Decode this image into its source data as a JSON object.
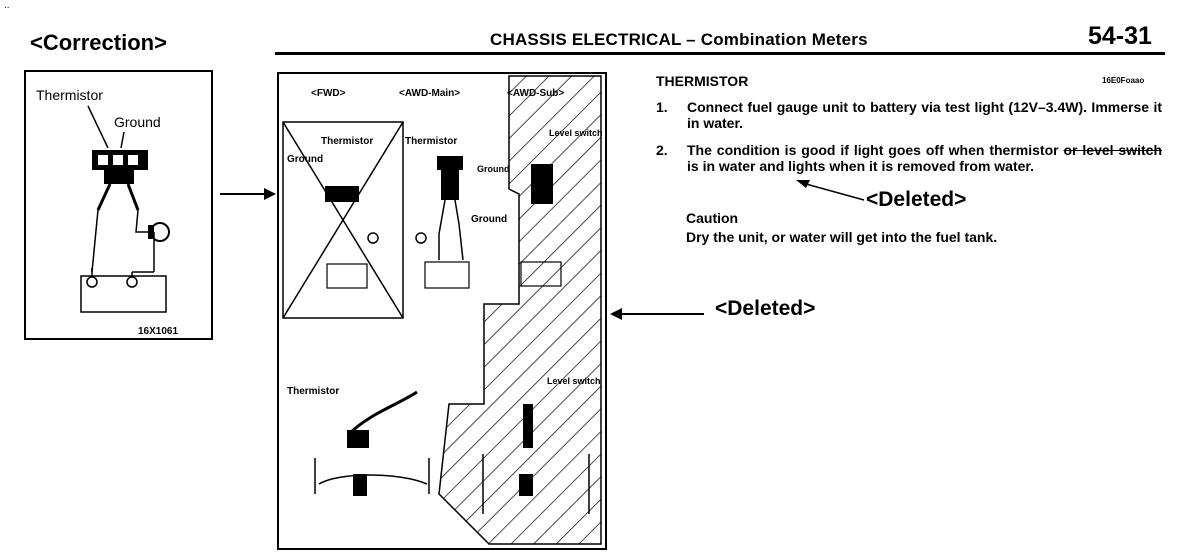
{
  "header": {
    "correction_label": "<Correction>",
    "title": "CHASSIS ELECTRICAL – Combination Meters",
    "page_number": "54-31",
    "corner_mark": ".."
  },
  "correction_figure": {
    "thermistor_label": "Thermistor",
    "ground_label": "Ground",
    "figure_code": "16X1061"
  },
  "main_figure": {
    "fwd_label": "<FWD>",
    "awd_main_label": "<AWD-Main>",
    "awd_sub_label": "<AWD-Sub>",
    "thermistor_label": "Thermistor",
    "thermistor_label_2": "Thermistor",
    "thermistor_label_3": "Thermistor",
    "ground_label": "Ground",
    "ground_label_2": "Ground",
    "ground_label_3": "Ground",
    "level_switch_label": "Level switch",
    "level_switch_label_2": "Level switch"
  },
  "text": {
    "section_title": "THERMISTOR",
    "section_code": "16E0Foaao",
    "steps": [
      {
        "num": "1.",
        "text": "Connect fuel gauge unit to battery via test light (12V–3.4W). Immerse it in water."
      },
      {
        "num": "2.",
        "text_a": "The condition is good if light goes off when thermistor",
        "text_struck": "or level switch",
        "text_b": "is in water and lights when it is removed from water."
      }
    ],
    "caution_title": "Caution",
    "caution_text": "Dry the unit, or water will get into the fuel tank."
  },
  "annotations": {
    "deleted_1": "<Deleted>",
    "deleted_2": "<Deleted>"
  }
}
